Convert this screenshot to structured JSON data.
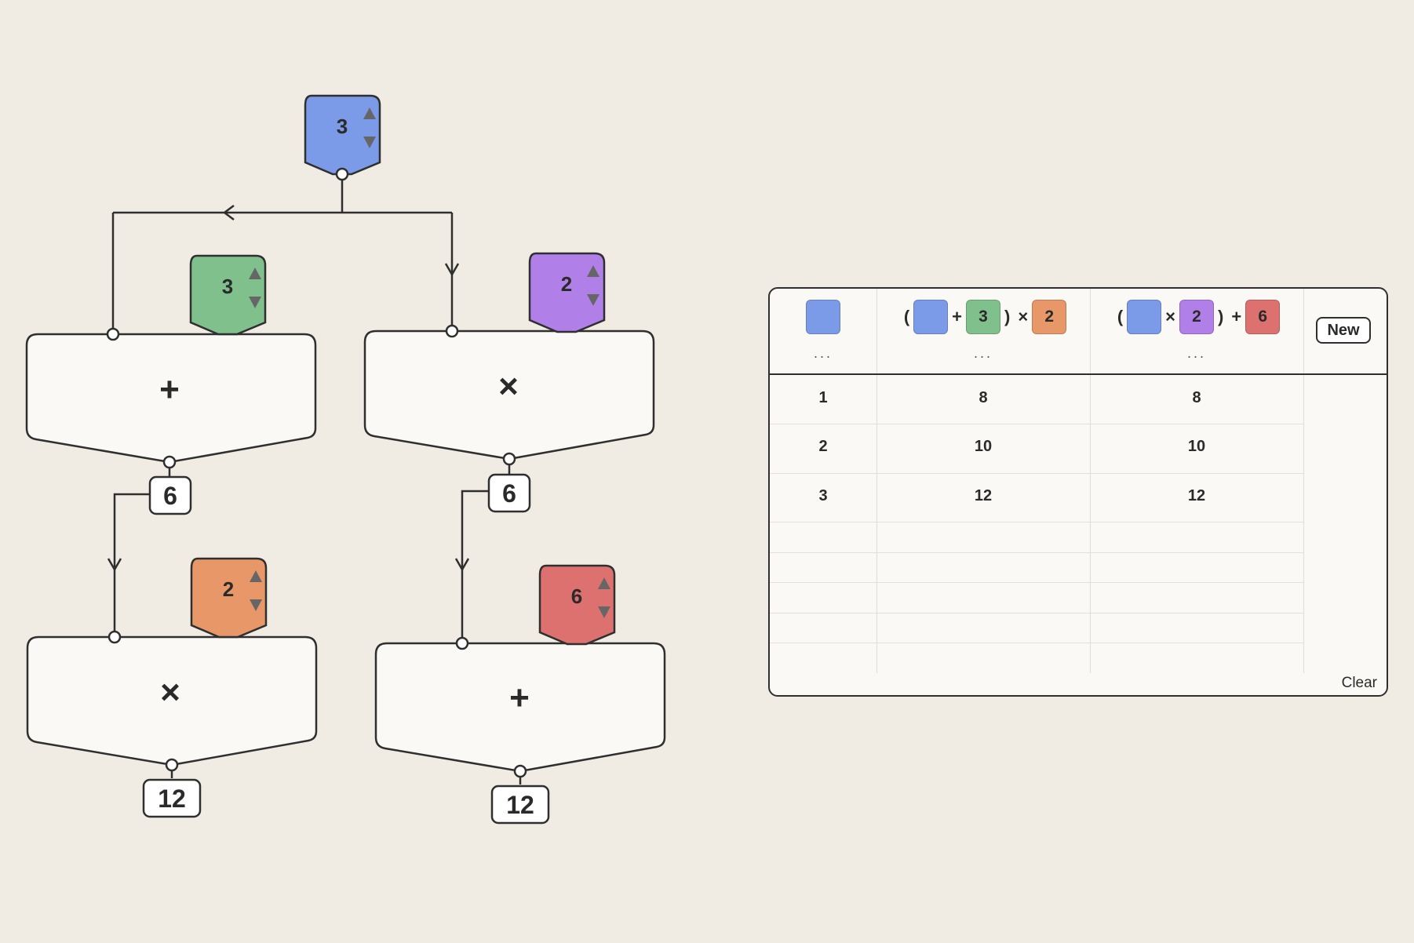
{
  "nodes": {
    "input_blue": {
      "value": "3",
      "color": "#7b9be8"
    },
    "input_green": {
      "value": "3",
      "color": "#7fc08c"
    },
    "input_purple": {
      "value": "2",
      "color": "#b17fe8"
    },
    "input_orange": {
      "value": "2",
      "color": "#e89868"
    },
    "input_red": {
      "value": "6",
      "color": "#dd716f"
    }
  },
  "operators": {
    "op_add_1": "+",
    "op_mul_1": "×",
    "op_mul_2": "×",
    "op_add_2": "+"
  },
  "outputs": {
    "out_add_1": "6",
    "out_mul_1": "6",
    "out_mul_2": "12",
    "out_add_2": "12"
  },
  "table": {
    "col1": {
      "dots": "...",
      "chip_color": "#7b9be8"
    },
    "col2": {
      "open": "(",
      "plus": "+",
      "close": ")",
      "times": "×",
      "chip_green": "3",
      "chip_orange": "2",
      "dots": "..."
    },
    "col3": {
      "open": "(",
      "times": "×",
      "close": ")",
      "plus": "+",
      "chip_purple": "2",
      "chip_red": "6",
      "dots": "..."
    },
    "rows": [
      {
        "x": "1",
        "a": "8",
        "b": "8"
      },
      {
        "x": "2",
        "a": "10",
        "b": "10"
      },
      {
        "x": "3",
        "a": "12",
        "b": "12"
      }
    ],
    "new_label": "New",
    "clear_label": "Clear"
  }
}
